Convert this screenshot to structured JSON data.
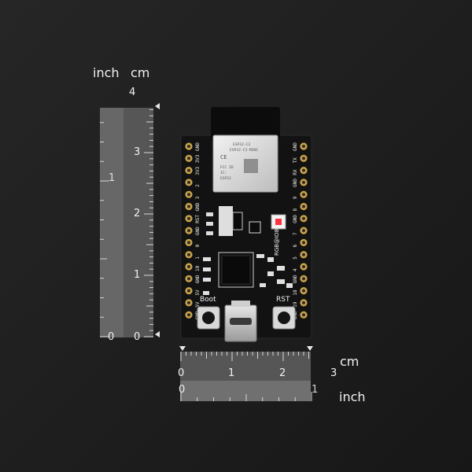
{
  "labels": {
    "vertical_units": [
      "inch",
      "cm"
    ],
    "horizontal_units": [
      "cm",
      "inch"
    ]
  },
  "rulers": {
    "vertical": {
      "cm_ticks": [
        "0",
        "1",
        "2",
        "3",
        "4"
      ],
      "inch_ticks": [
        "0",
        "1"
      ]
    },
    "horizontal": {
      "cm_ticks": [
        "0",
        "1",
        "2",
        "3"
      ],
      "inch_ticks": [
        "0",
        "1"
      ]
    }
  },
  "board": {
    "left_pins": [
      "GND",
      "3V3",
      "3V3",
      "2",
      "3",
      "GND",
      "RST",
      "GND",
      "0",
      "1",
      "10",
      "GND",
      "5V",
      "5V",
      "GND"
    ],
    "right_pins": [
      "GND",
      "TX",
      "RX",
      "GND",
      "9",
      "8",
      "GND",
      "7",
      "6",
      "5",
      "4",
      "GND",
      "18",
      "19",
      "GND"
    ],
    "silkscreen": {
      "rgb_label": "RGB@IO8",
      "boot_label": "Boot",
      "rst_label": "RST"
    },
    "module_fine_print": [
      "ESP32-C3",
      "ESP32-C3-MINI",
      "CE",
      "FCC ID",
      "IC:",
      "ESP32"
    ]
  },
  "colors": {
    "background": "#1f1f1f",
    "ruler_light": "#7a7a7a",
    "ruler_dark": "#5d5d5d",
    "pcb": "#141414",
    "module_shield": "#dcdcdc",
    "pin_gold": "#c8a24a",
    "rgb_led": "#ff3340"
  }
}
